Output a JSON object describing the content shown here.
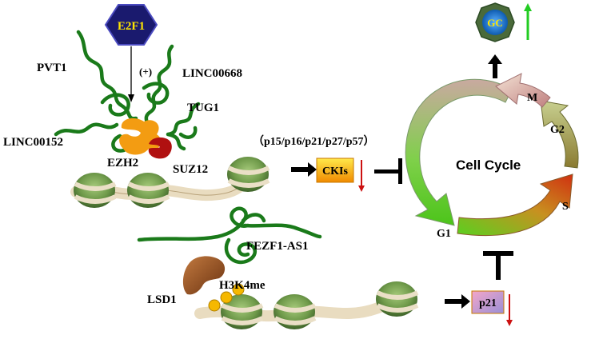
{
  "diagram": {
    "e2f1": "E2F1",
    "activation_sign": "(+)",
    "lncrnas": {
      "pvt1": "PVT1",
      "linc00668": "LINC00668",
      "tug1": "TUG1",
      "linc00152": "LINC00152",
      "fezf1_as1": "FEZF1-AS1"
    },
    "proteins": {
      "ezh2": "EZH2",
      "suz12": "SUZ12",
      "lsd1": "LSD1",
      "h3k4me": "H3K4me"
    },
    "cki_list": "（p15/p16/p21/p27/p57）",
    "ckis": "CKIs",
    "p21": "p21",
    "cell_cycle": {
      "title": "Cell Cycle",
      "phases": {
        "g1": "G1",
        "s": "S",
        "g2": "G2",
        "m": "M"
      }
    },
    "gc": "GC",
    "colors": {
      "lncrna_green": "#1a7a1a",
      "ezh2_orange": "#f39c12",
      "suz12_red": "#b01010",
      "lsd1_brown": "#8b4513",
      "h3k4me_yellow": "#f5b800",
      "e2f1_navy": "#1a1a6e",
      "e2f1_text": "#ffe600",
      "gc_blue": "#1e88e5",
      "up_arrow_green": "#22cc22",
      "down_arrow_red": "#cc1111"
    }
  }
}
